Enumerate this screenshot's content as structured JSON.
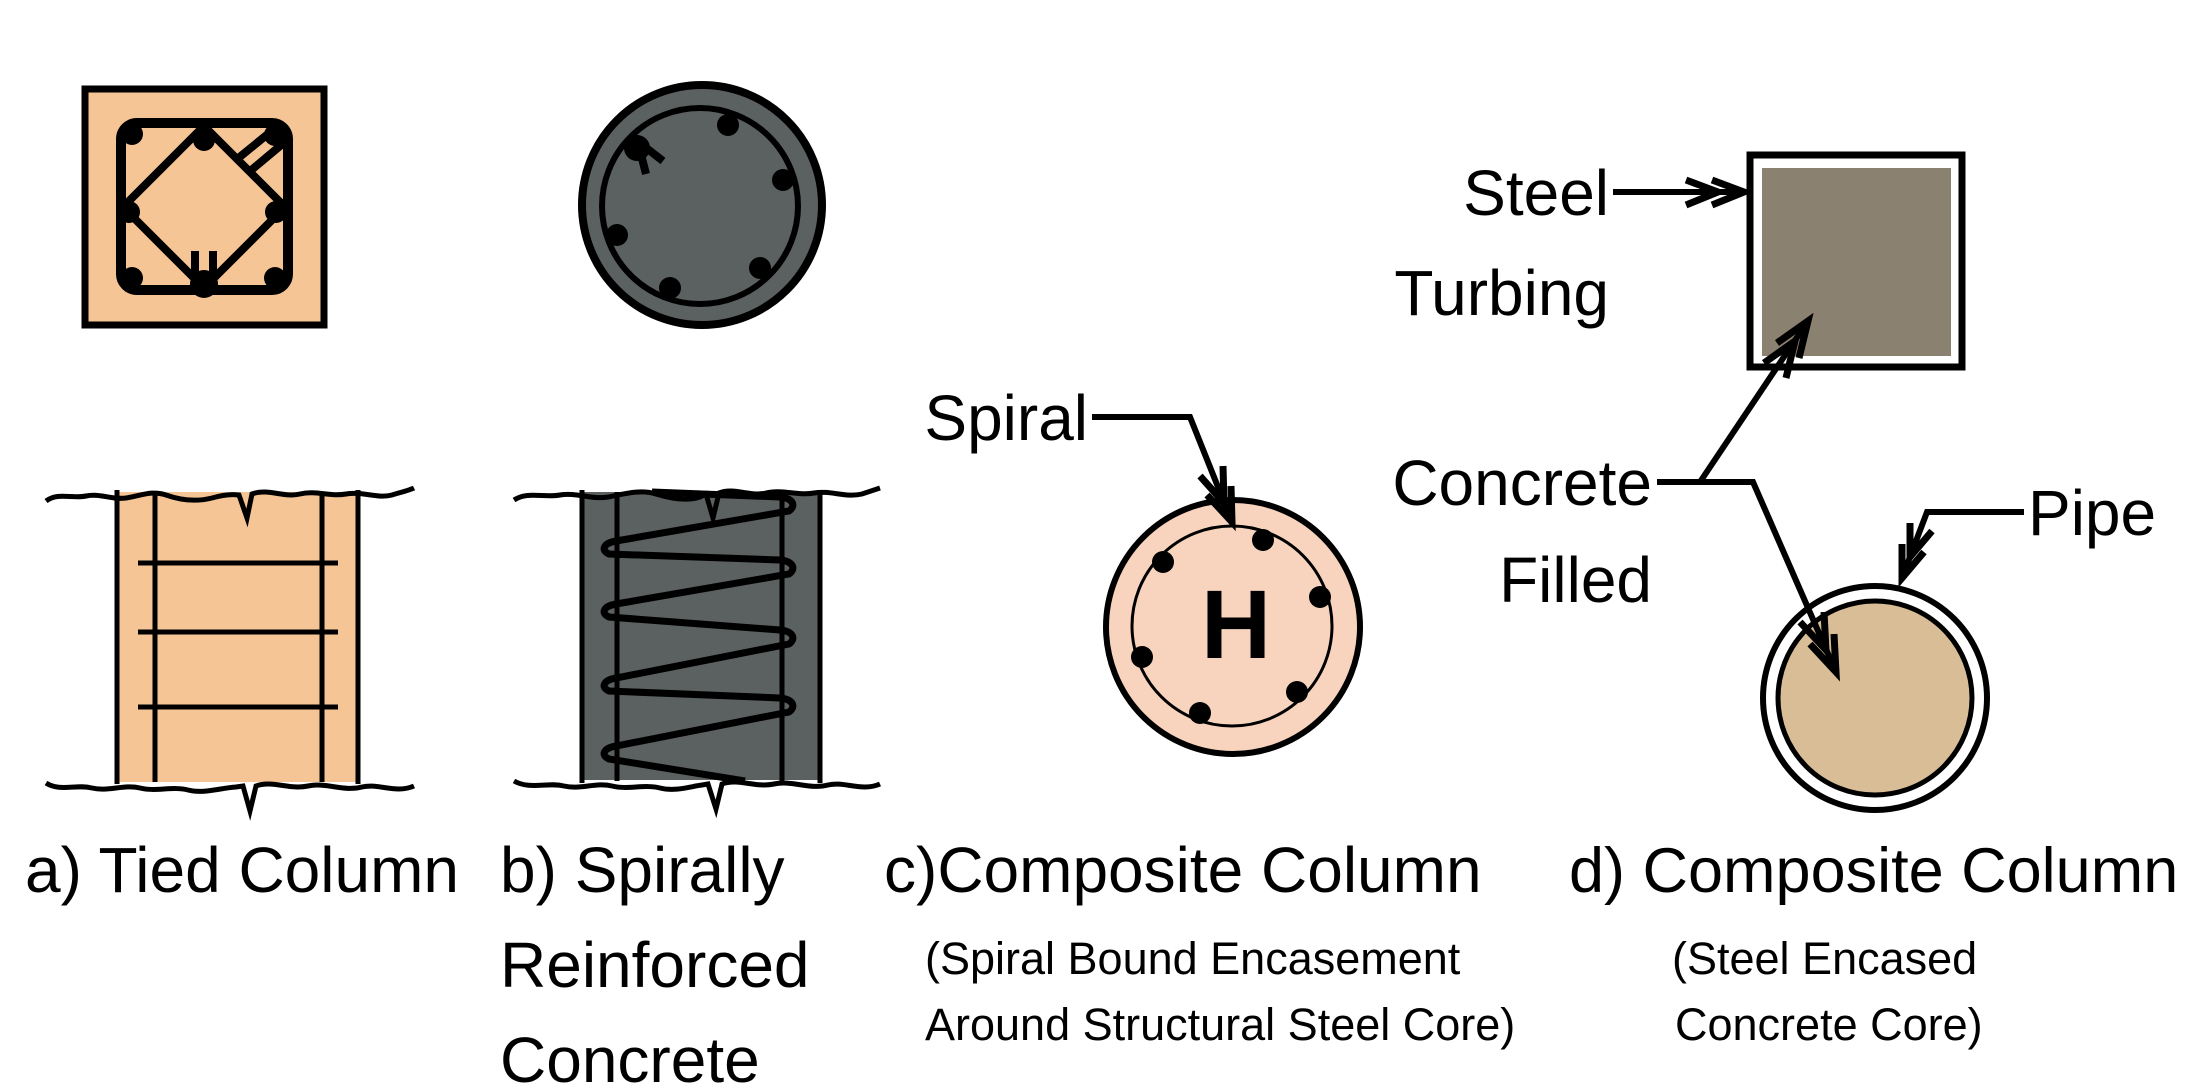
{
  "colors": {
    "background": "#ffffff",
    "line": "#000000",
    "concrete_peach": "#f6c596",
    "concrete_dark_grey": "#5b6061",
    "concrete_pink": "#f8d4bf",
    "concrete_tan": "#d8bd96",
    "steel_grey_brown": "#8b8170",
    "inner_square_edge": "#4a463c"
  },
  "labels": {
    "spiral": "Spiral",
    "steel_tubing_line1": "Steel",
    "steel_tubing_line2": "Turbing",
    "concrete_filled_line1": "Concrete",
    "concrete_filled_line2": "Filled",
    "pipe": "Pipe",
    "steel_core": "H"
  },
  "captions": {
    "a": {
      "title": "a) Tied Column"
    },
    "b": {
      "line1": "b) Spirally",
      "line2": "Reinforced",
      "line3": "Concrete"
    },
    "c": {
      "title": "c)Composite Column",
      "sub1": "(Spiral Bound Encasement",
      "sub2": "Around Structural Steel Core)"
    },
    "d": {
      "title": "d) Composite Column",
      "sub1": "(Steel Encased",
      "sub2": "Concrete Core)"
    }
  }
}
